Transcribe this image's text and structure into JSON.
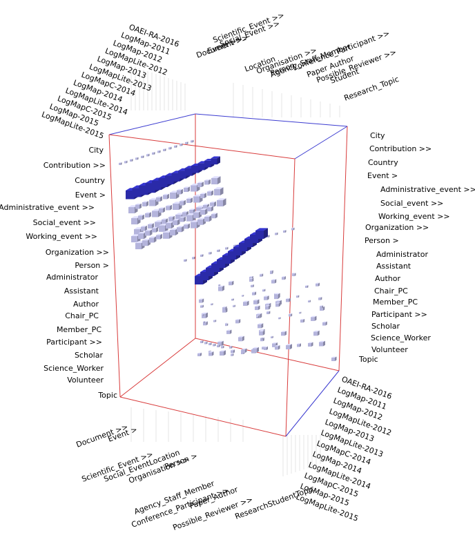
{
  "left_axis": {
    "items": [
      "City",
      "Contribution  >>",
      "Country",
      "Event  >",
      "Administrative_event  >>",
      "Social_event  >>",
      "Working_event  >>",
      "Organization  >>",
      "Person  >",
      "Administrator",
      "Assistant",
      "Author",
      "Chair_PC",
      "Member_PC",
      "Participant  >>",
      "Scholar",
      "Science_Worker",
      "Volunteer",
      "Topic"
    ]
  },
  "right_axis": {
    "items": [
      "City",
      "Contribution  >>",
      "Country",
      "Event  >",
      "Administrative_event  >>",
      "Social_event  >>",
      "Working_event  >>",
      "Organization  >>",
      "Person  >",
      "Administrator",
      "Assistant",
      "Author",
      "Chair_PC",
      "Member_PC",
      "Participant  >>",
      "Scholar",
      "Science_Worker",
      "Volunteer",
      "Topic"
    ]
  },
  "top_matchers": {
    "items": [
      "OAEI-RA-2016",
      "LogMap-2011",
      "LogMap-2012",
      "LogMapLite-2012",
      "LogMap-2013",
      "LogMapLite-2013",
      "LogMapC-2014",
      "LogMap-2014",
      "LogMapLite-2014",
      "LogMapC-2015",
      "LogMap-2015",
      "LogMapLite-2015"
    ]
  },
  "bottom_matchers": {
    "items": [
      "OAEI-RA-2016",
      "LogMap-2011",
      "LogMap-2012",
      "LogMapLite-2012",
      "LogMap-2013",
      "LogMapLite-2013",
      "LogMapC-2014",
      "LogMap-2014",
      "LogMapLite-2014",
      "LogMapC-2015",
      "LogMap-2015",
      "LogMapLite-2015"
    ]
  },
  "top_concepts": {
    "items": [
      "Document  >>",
      "Event  >>",
      "Scientific_Event  >>",
      "Social_Event  >>",
      "Location",
      "Organisation  >>",
      "Person",
      "Agency_Staff_Member",
      "Conference_Participant  >>",
      "Paper  Author",
      "Possible_Reviewer  >>",
      "Student",
      "Research_Topic"
    ]
  },
  "bottom_concepts": {
    "items": [
      "Document  >>",
      "Event  >",
      "Scientific_Event  >>",
      "Social_EventLocation",
      "Organisation  >>",
      "Person  >",
      "Agency_Staff_Member",
      "Conference_Participant  >>",
      "Paper_Author",
      "Possible_Reviewer  >>",
      "ResearchStudentTopic"
    ]
  },
  "colors": {
    "frame_red": "#d83a3a",
    "frame_blue": "#3a3ad0",
    "cube_dark": "#2a2aa8",
    "cube_light": "#b4b4dc"
  }
}
